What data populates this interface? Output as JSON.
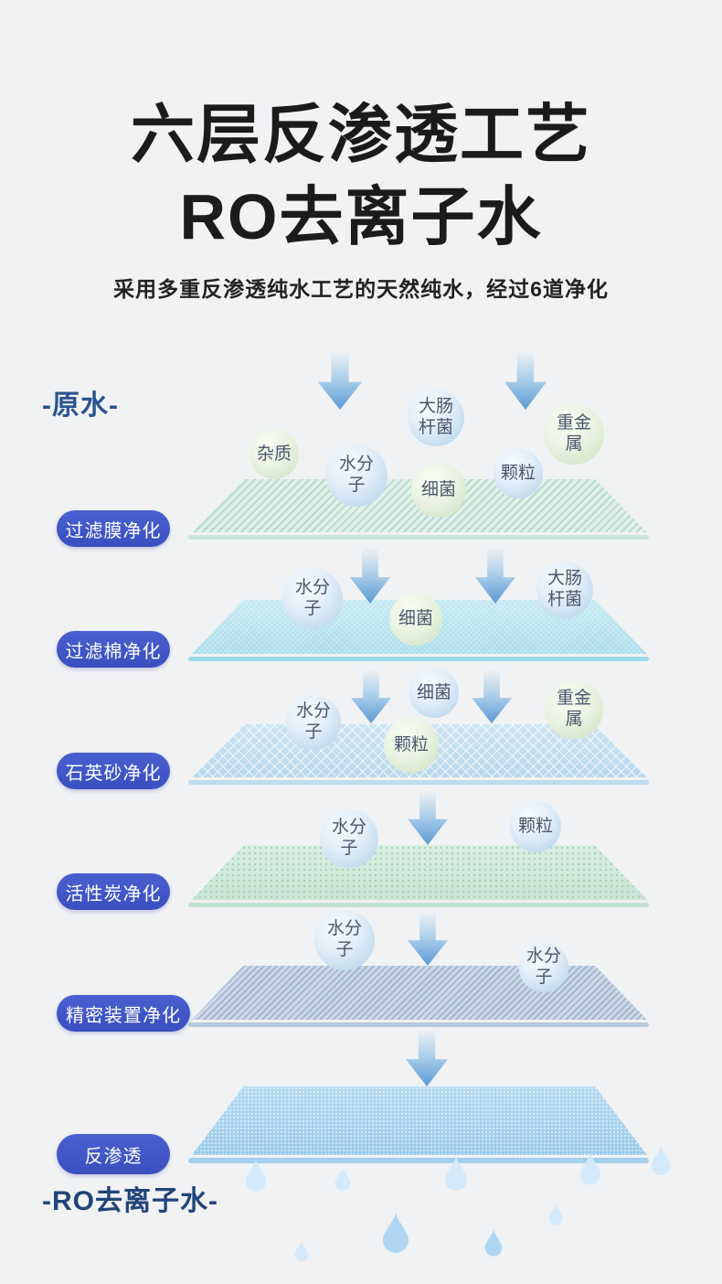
{
  "header": {
    "title_line1": "六层反渗透工艺",
    "title_line2": "RO去离子水",
    "subtitle": "采用多重反渗透纯水工艺的天然纯水，经过6道净化"
  },
  "source_label": "-原水-",
  "result_label": "-RO去离子水-",
  "stages": [
    {
      "label": "过滤膜净化",
      "bubbles": [
        {
          "text": "杂质",
          "color": "green"
        },
        {
          "text": "大肠杆菌",
          "color": "blue"
        },
        {
          "text": "水分子",
          "color": "blue"
        },
        {
          "text": "细菌",
          "color": "green"
        },
        {
          "text": "颗粒",
          "color": "blue"
        },
        {
          "text": "重金属",
          "color": "green"
        }
      ]
    },
    {
      "label": "过滤棉净化",
      "bubbles": [
        {
          "text": "水分子",
          "color": "blue"
        },
        {
          "text": "细菌",
          "color": "green"
        },
        {
          "text": "大肠杆菌",
          "color": "blue"
        }
      ]
    },
    {
      "label": "石英砂净化",
      "bubbles": [
        {
          "text": "水分子",
          "color": "blue"
        },
        {
          "text": "细菌",
          "color": "blue"
        },
        {
          "text": "颗粒",
          "color": "green"
        },
        {
          "text": "重金属",
          "color": "green"
        }
      ]
    },
    {
      "label": "活性炭净化",
      "bubbles": [
        {
          "text": "水分子",
          "color": "blue"
        },
        {
          "text": "颗粒",
          "color": "blue"
        }
      ]
    },
    {
      "label": "精密装置净化",
      "bubbles": [
        {
          "text": "水分子",
          "color": "blue"
        },
        {
          "text": "水分子",
          "color": "blue"
        }
      ]
    },
    {
      "label": "反渗透",
      "bubbles": []
    }
  ],
  "colors": {
    "background": "#f1f2f4",
    "stage_button_blue": "#4156c8",
    "source_label_blue": "#2a5391",
    "result_label_blue": "#21447a",
    "arrow_blue": "#5b9ad5",
    "bubble_blue": "#b9d6ec",
    "bubble_green": "#cfe3c4",
    "drop_light": "#d4eafa",
    "drop_medium": "#aed6f3"
  }
}
